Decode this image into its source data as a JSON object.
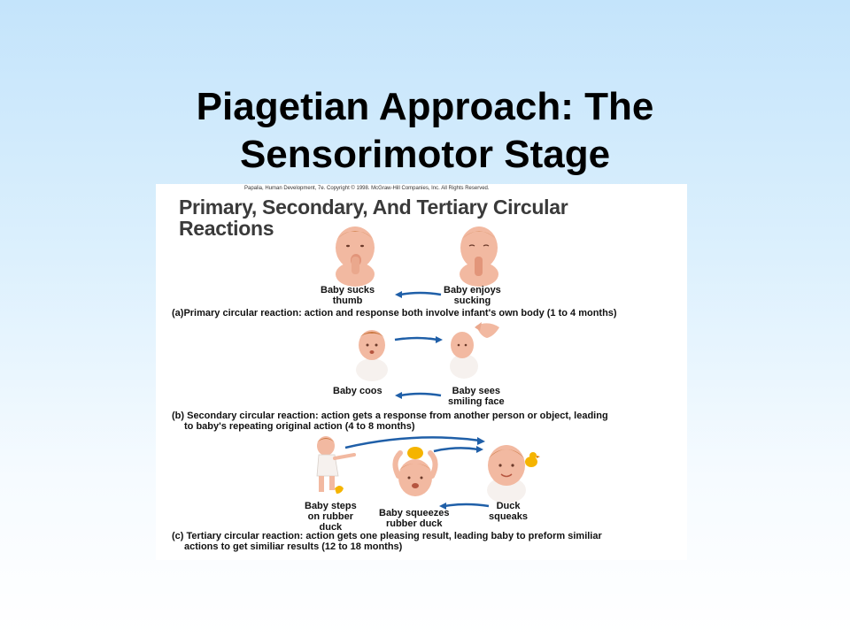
{
  "slide": {
    "title_line1": "Piagetian Approach: The",
    "title_line2": "Sensorimotor Stage"
  },
  "figure": {
    "credit": "Papalia, Human Development, 7e. Copyright © 1998. McGraw-Hill Companies, Inc. All Rights Reserved.",
    "title_line1": "Primary, Secondary, And Tertiary Circular",
    "title_line2": "Reactions",
    "primary": {
      "label_left_1": "Baby sucks",
      "label_left_2": "thumb",
      "label_right_1": "Baby enjoys",
      "label_right_2": "sucking",
      "caption": "(a)Primary circular reaction: action and response both involve infant's own body (1 to 4 months)"
    },
    "secondary": {
      "label_left": "Baby coos",
      "label_right_1": "Baby sees",
      "label_right_2": "smiling face",
      "caption_line1": "(b) Secondary circular reaction: action gets a response from another person or object, leading",
      "caption_line2": "to baby's repeating original action (4 to 8 months)"
    },
    "tertiary": {
      "label_left_1": "Baby steps",
      "label_left_2": "on rubber",
      "label_left_3": "duck",
      "label_mid_1": "Baby squeezes",
      "label_mid_2": "rubber duck",
      "label_right_1": "Duck",
      "label_right_2": "squeaks",
      "caption_line1": "(c) Tertiary circular reaction:  action gets one pleasing result, leading baby to preform similiar",
      "caption_line2": "actions to get similiar results (12 to 18 months)"
    }
  },
  "colors": {
    "arrow": "#1f5fa8",
    "skin": "#f2b9a1",
    "skin_shade": "#e2957a",
    "hair": "#c9773f",
    "duck": "#f5b400"
  }
}
